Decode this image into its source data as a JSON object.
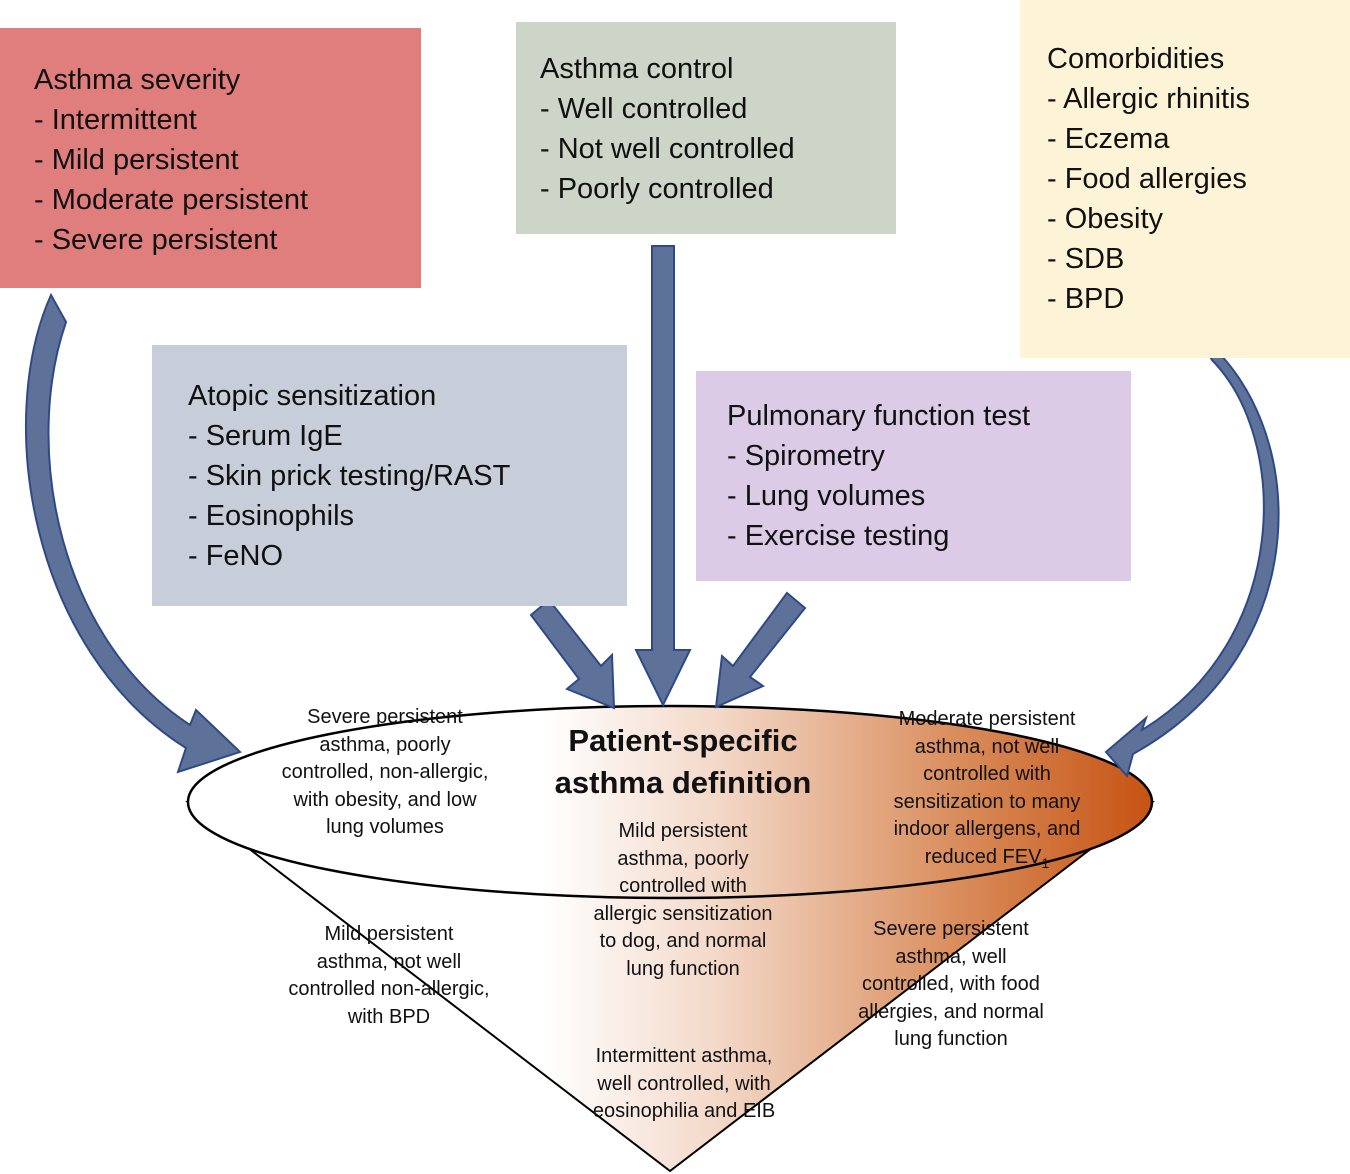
{
  "colors": {
    "severity_bg": "#e07e7e",
    "control_bg": "#cdd5c8",
    "comorbidities_bg": "#fdf3d6",
    "atopic_bg": "#c7cdd9",
    "pft_bg": "#dccbe6",
    "arrow_fill": "#5e7299",
    "arrow_stroke": "#2e4a86",
    "gradient_end": "#c65313"
  },
  "boxes": {
    "severity": {
      "title": "Asthma severity",
      "items": [
        "- Intermittent",
        "- Mild persistent",
        "- Moderate persistent",
        "- Severe persistent"
      ]
    },
    "control": {
      "title": "Asthma control",
      "items": [
        "- Well controlled",
        "- Not well controlled",
        "- Poorly controlled"
      ]
    },
    "comorbidities": {
      "title": "Comorbidities",
      "items": [
        "- Allergic rhinitis",
        "- Eczema",
        "- Food allergies",
        "- Obesity",
        "- SDB",
        "- BPD"
      ]
    },
    "atopic": {
      "title": "Atopic sensitization",
      "items": [
        "- Serum IgE",
        "- Skin prick testing/RAST",
        "- Eosinophils",
        "- FeNO"
      ]
    },
    "pft": {
      "title": "Pulmonary function test",
      "items": [
        "- Spirometry",
        "- Lung volumes",
        "- Exercise testing"
      ]
    }
  },
  "center": {
    "title_line1": "Patient-specific",
    "title_line2": "asthma definition"
  },
  "examples": {
    "top_left": [
      "Severe persistent",
      "asthma, poorly",
      "controlled, non-allergic,",
      "with obesity, and low",
      "lung volumes"
    ],
    "top_right": [
      "Moderate persistent",
      "asthma, not well",
      "controlled with",
      "sensitization to many",
      "indoor allergens, and"
    ],
    "top_right_last": "reduced FEV",
    "top_right_sub": "1",
    "middle": [
      "Mild persistent",
      "asthma, poorly",
      "controlled with",
      "allergic sensitization",
      "to dog, and normal",
      "lung function"
    ],
    "left": [
      "Mild persistent",
      "asthma, not well",
      "controlled non-allergic,",
      "with BPD"
    ],
    "right": [
      "Severe persistent",
      "asthma, well",
      "controlled, with food",
      "allergies, and normal",
      "lung function"
    ],
    "bottom": [
      "Intermittent asthma,",
      "well controlled, with",
      "eosinophilia and EIB"
    ]
  }
}
